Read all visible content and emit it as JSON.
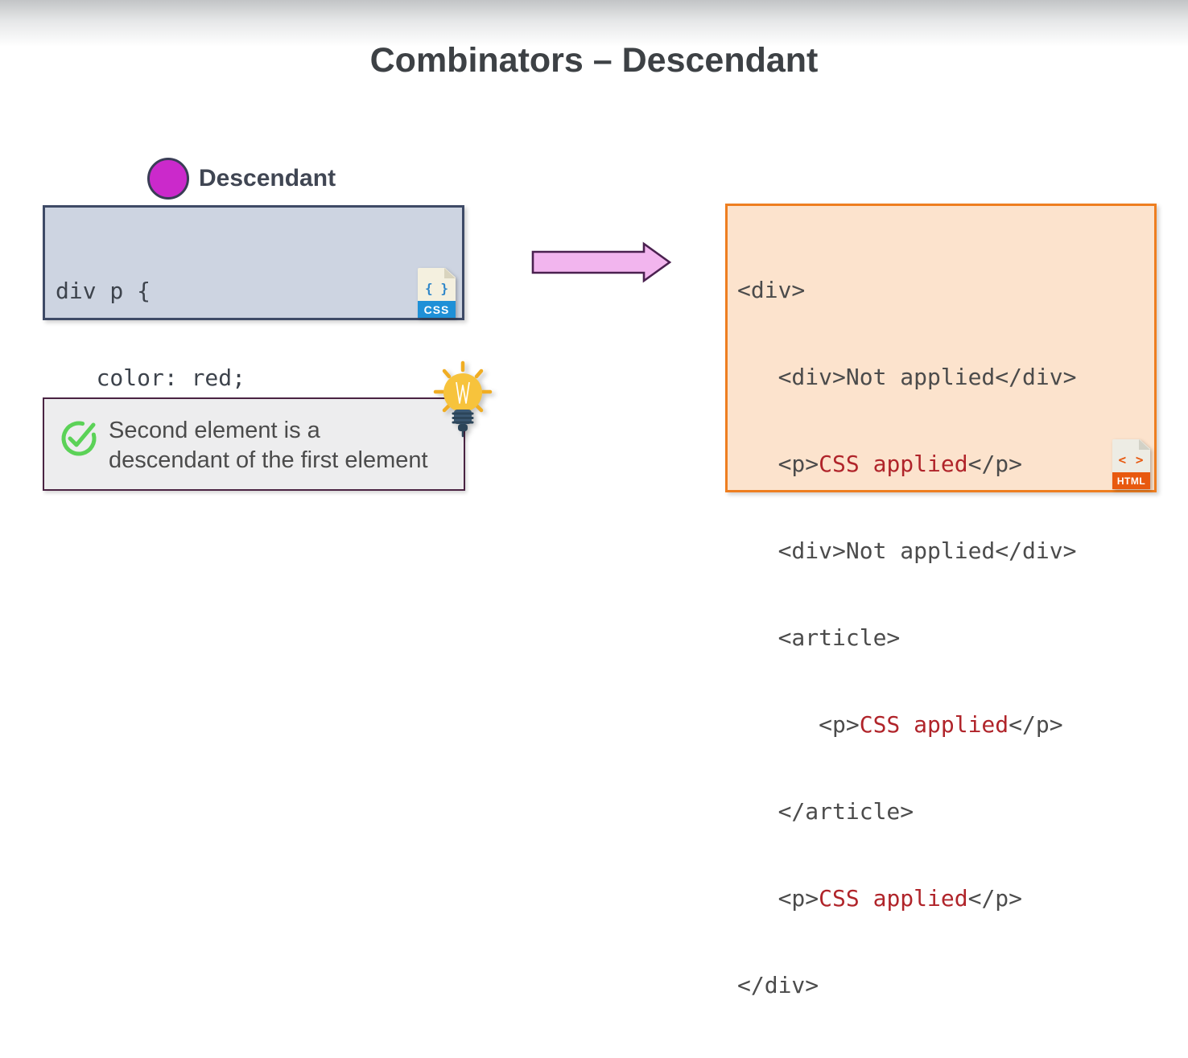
{
  "slide": {
    "title": "Combinators – Descendant"
  },
  "legend": {
    "label": "Descendant",
    "dot_color": "#cb29cb"
  },
  "css_box": {
    "background_color": "#cdd4e1",
    "border_color": "#3e4a66",
    "code_lines": [
      "div p {",
      "   color: red;",
      "}"
    ],
    "file_icon": {
      "glyph": "{ }",
      "label": "CSS",
      "accent_color": "#1f90d7"
    }
  },
  "arrow": {
    "direction": "right",
    "fill_color": "#f2b5ee",
    "border_color": "#4b2150"
  },
  "html_box": {
    "background_color": "#fce3cd",
    "border_color": "#ee7e20",
    "applied_text_color": "#b0242a",
    "code_lines": [
      {
        "pre": "<div>",
        "red": "",
        "post": ""
      },
      {
        "pre": "   <div>Not applied</div>",
        "red": "",
        "post": ""
      },
      {
        "pre": "   <p>",
        "red": "CSS applied",
        "post": "</p>"
      },
      {
        "pre": "   <div>Not applied</div>",
        "red": "",
        "post": ""
      },
      {
        "pre": "   <article>",
        "red": "",
        "post": ""
      },
      {
        "pre": "      <p>",
        "red": "CSS applied",
        "post": "</p>"
      },
      {
        "pre": "   </article>",
        "red": "",
        "post": ""
      },
      {
        "pre": "   <p>",
        "red": "CSS applied",
        "post": "</p>"
      },
      {
        "pre": "</div>",
        "red": "",
        "post": ""
      }
    ],
    "file_icon": {
      "glyph": "< >",
      "label": "HTML",
      "accent_color": "#e8590f"
    }
  },
  "note_box": {
    "background_color": "#ededee",
    "border_color": "#4a2342",
    "check_color": "#5bd257",
    "text_line1": "Second element is a",
    "text_line2": "descendant of the first element"
  },
  "bulb_icon": {
    "bulb_color": "#f7c33c",
    "base_color": "#3b5872"
  }
}
